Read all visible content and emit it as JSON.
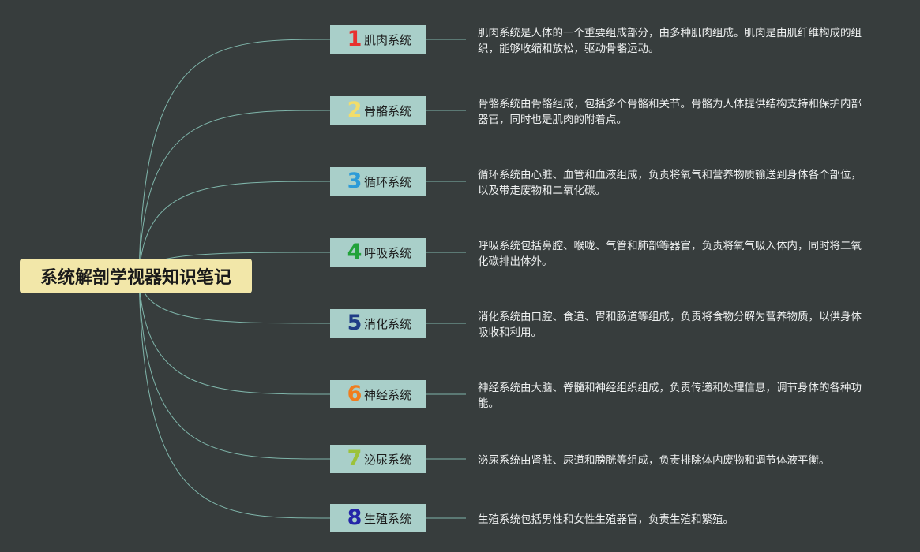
{
  "root": {
    "title": "系统解剖学视器知识笔记"
  },
  "systems": [
    {
      "number": "1",
      "name": "肌肉系统",
      "number_color": "#e8312f",
      "description": "肌肉系统是人体的一个重要组成部分，由多种肌肉组成。肌肉是由肌纤维构成的组织，能够收缩和放松，驱动骨骼运动。"
    },
    {
      "number": "2",
      "name": "骨骼系统",
      "number_color": "#f2dd6a",
      "description": "骨骼系统由骨骼组成，包括多个骨骼和关节。骨骼为人体提供结构支持和保护内部器官，同时也是肌肉的附着点。"
    },
    {
      "number": "3",
      "name": "循环系统",
      "number_color": "#2d9bd8",
      "description": "循环系统由心脏、血管和血液组成，负责将氧气和营养物质输送到身体各个部位，以及带走废物和二氧化碳。"
    },
    {
      "number": "4",
      "name": "呼吸系统",
      "number_color": "#22a23a",
      "description": "呼吸系统包括鼻腔、喉咙、气管和肺部等器官，负责将氧气吸入体内，同时将二氧化碳排出体外。"
    },
    {
      "number": "5",
      "name": "消化系统",
      "number_color": "#1f3c86",
      "description": "消化系统由口腔、食道、胃和肠道等组成，负责将食物分解为营养物质，以供身体吸收和利用。"
    },
    {
      "number": "6",
      "name": "神经系统",
      "number_color": "#f07d1e",
      "description": "神经系统由大脑、脊髓和神经组织组成，负责传递和处理信息，调节身体的各种功能。"
    },
    {
      "number": "7",
      "name": "泌尿系统",
      "number_color": "#9cc23a",
      "description": "泌尿系统由肾脏、尿道和膀胱等组成，负责排除体内废物和调节体液平衡。"
    },
    {
      "number": "8",
      "name": "生殖系统",
      "number_color": "#2425a8",
      "description": "生殖系统包括男性和女性生殖器官，负责生殖和繁殖。"
    }
  ],
  "colors": {
    "background": "#373d3d",
    "connector": "#7fb5aa",
    "root_fill": "#f2e7a9",
    "branch_fill": "#a9cfc9",
    "description_text": "#eef0f0"
  }
}
